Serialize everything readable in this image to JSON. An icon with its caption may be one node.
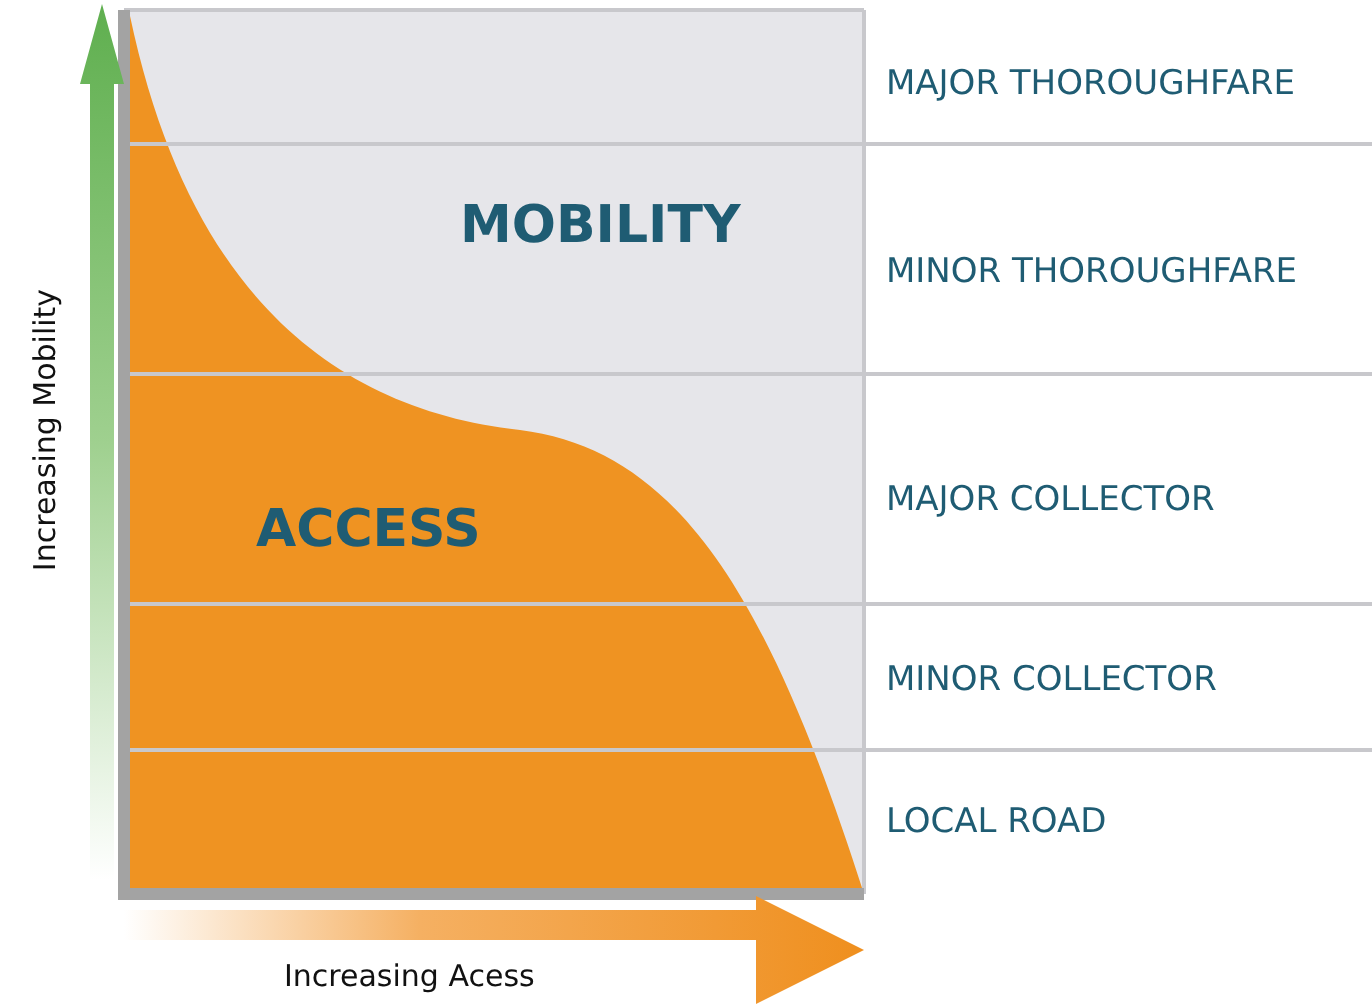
{
  "diagram": {
    "labels": [
      "MOBILITY",
      "ACCESS",
      "MAJOR THOROUGHFARE",
      "MINOR THOROUGHFARE",
      "MAJOR COLLECTOR",
      "MINOR COLLECTOR",
      "LOCAL ROAD",
      "Increasing Mobility",
      "Increasing Acess"
    ]
  }
}
